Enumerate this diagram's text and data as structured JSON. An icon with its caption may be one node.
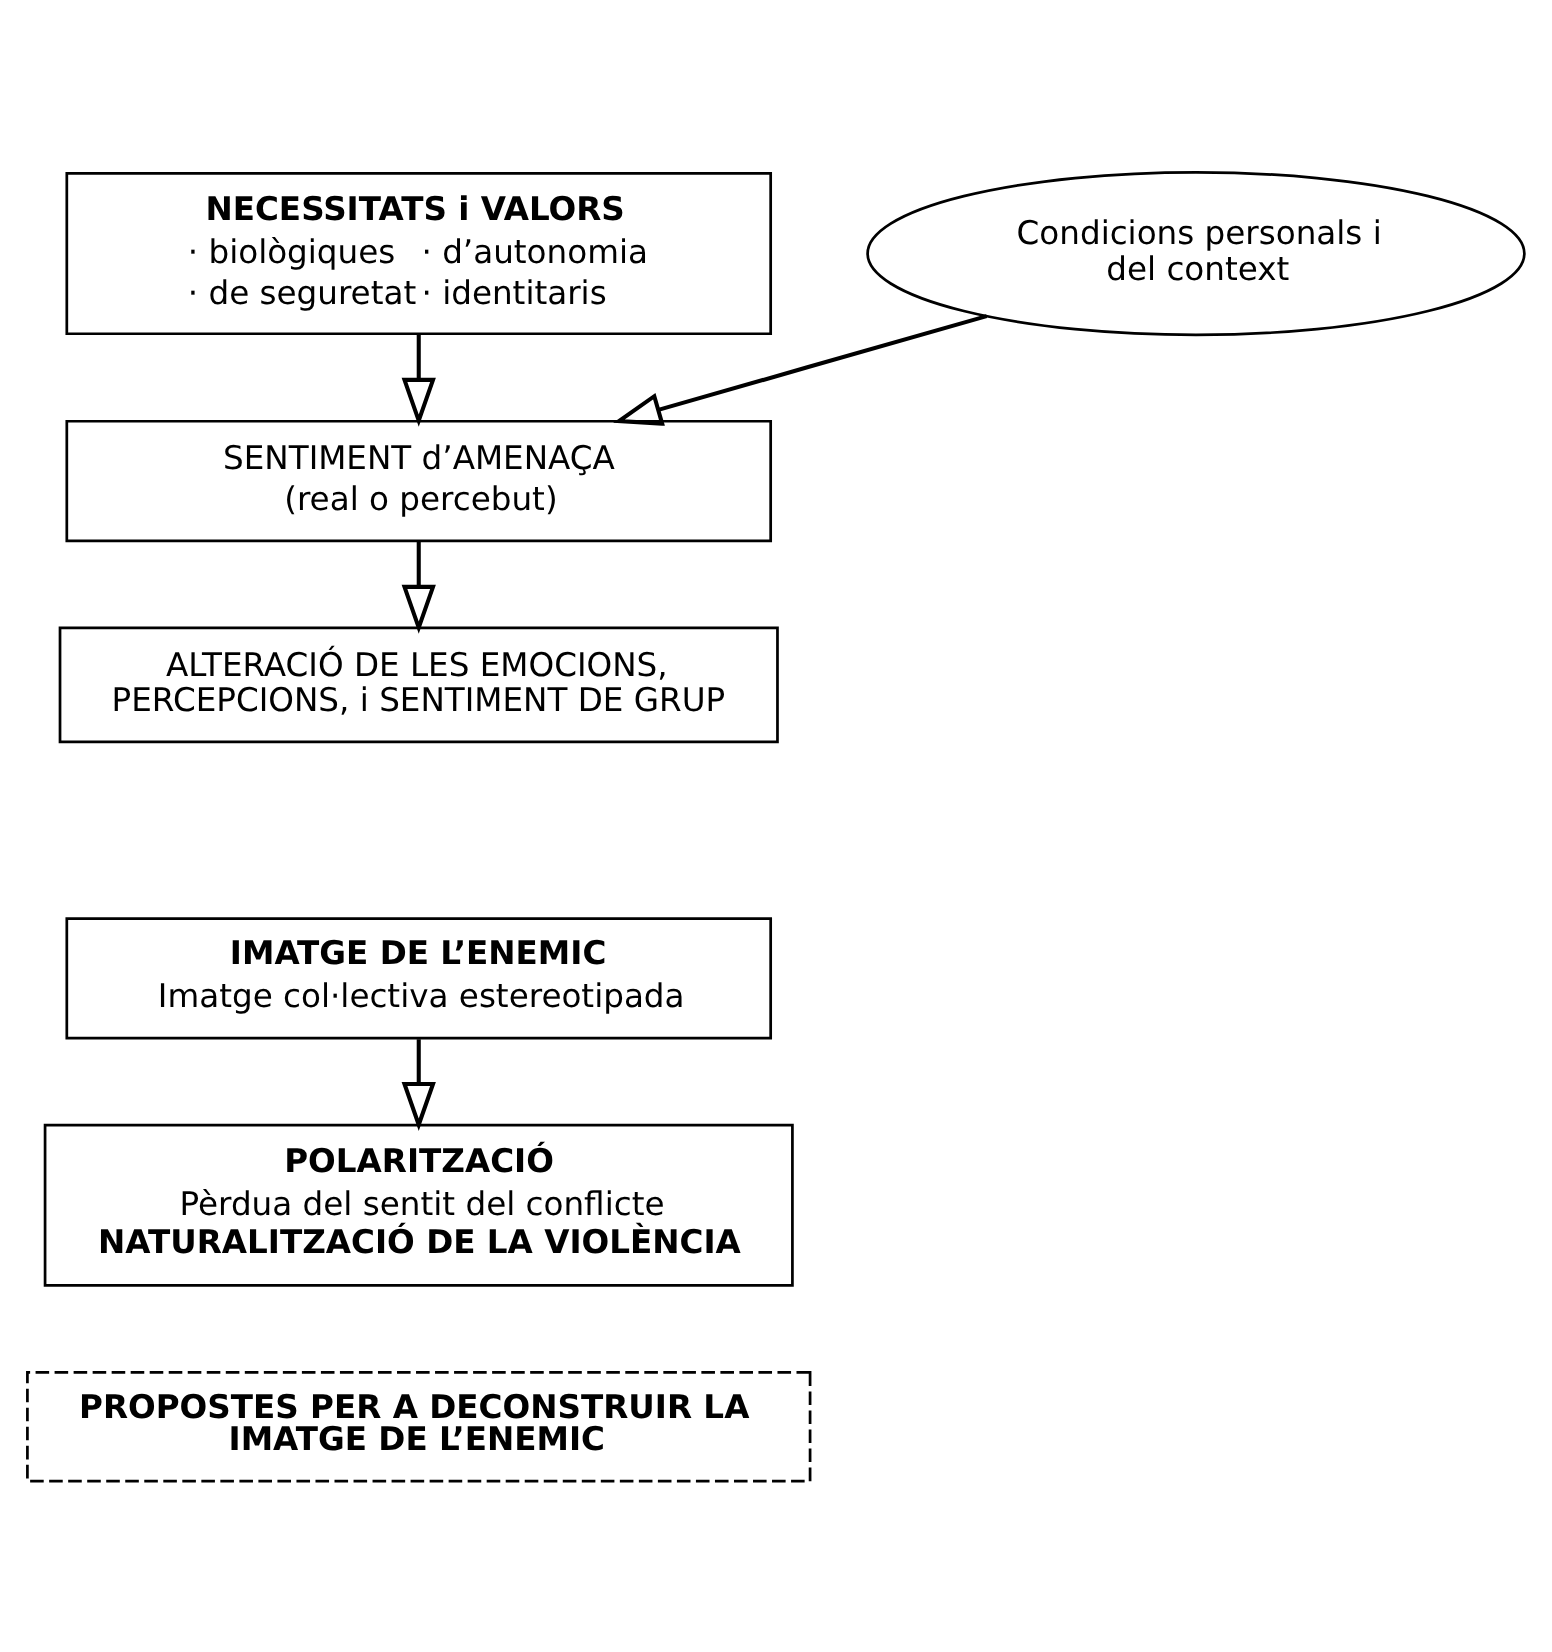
{
  "diagram": {
    "nodes": [
      {
        "text": [
          "NECESSITATS i VALORS",
          "· biològiques",
          "· d’autonomia",
          "· de seguretat",
          "· identitaris"
        ]
      },
      {
        "text": [
          "SENTIMENT d’AMENAÇA",
          "(real o percebut)"
        ]
      },
      {
        "text": [
          "ALTERACIÓ DE LES EMOCIONS, PERCEPCIONS, i SENTIMENT DE GRUP"
        ]
      },
      {
        "text": [
          "Condicions personals i del context"
        ]
      },
      {
        "text": [
          "IMATGE DE L’ENEMIC",
          "Imatge col·lectiva estereotipada"
        ]
      },
      {
        "text": [
          "POLARITZACIÓ",
          "Pèrdua del sentit del conflicte",
          "NATURALITZACIÓ DE LA VIOLÈNCIA"
        ]
      },
      {
        "text": [
          "PROPOSTES PER A DECONSTRUIR LA IMATGE DE L’ENEMIC"
        ]
      }
    ],
    "edges": [
      {
        "from": 0,
        "to": 1,
        "arrow": "to"
      },
      {
        "from": 1,
        "to": 2,
        "arrow": "to"
      },
      {
        "from": 3,
        "to": 1,
        "arrow": "to"
      },
      {
        "from": 4,
        "to": 5,
        "arrow": "to"
      }
    ]
  }
}
